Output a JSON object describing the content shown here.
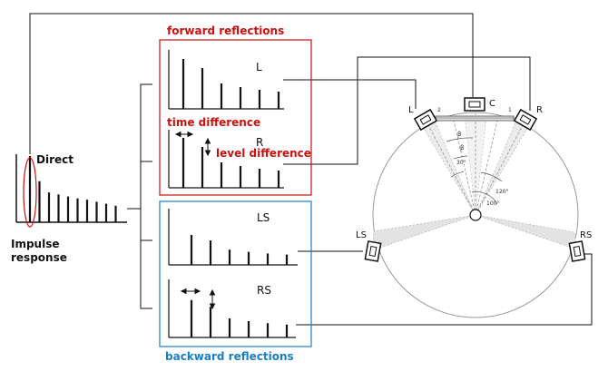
{
  "colors": {
    "forward": "#cc1111",
    "backward": "#1a7fc4",
    "line": "#111111",
    "circle": "#999999",
    "fill_speaker_zone": "#dcdcdc"
  },
  "labels": {
    "direct": "Direct",
    "impulse_line1": "Impulse",
    "impulse_line2": "response",
    "forward_reflections": "forward reflections",
    "backward_reflections": "backward reflections",
    "time_difference": "time difference",
    "level_difference": "level difference",
    "plot_L": "L",
    "plot_R": "R",
    "plot_LS": "LS",
    "plot_RS": "RS"
  },
  "speakers": {
    "L": "L",
    "C": "C",
    "R": "R",
    "LS": "LS",
    "RS": "RS",
    "num_2": "2",
    "num_1": "1"
  },
  "angles": {
    "beta_1": "β",
    "beta_2": "β",
    "deg_30": "30°",
    "deg_120": "120°",
    "deg_100": "100°"
  },
  "impulse": {
    "description": "direct sound followed by decaying reflections",
    "relative_levels": [
      1.0,
      0.62,
      0.45,
      0.42,
      0.39,
      0.36,
      0.34,
      0.31,
      0.28,
      0.25
    ]
  },
  "plots": {
    "L": [
      0.55,
      0.45,
      0.28,
      0.24,
      0.21,
      0.19
    ],
    "R": [
      0.55,
      0.45,
      0.28,
      0.24,
      0.21,
      0.19
    ],
    "LS": [
      0.55,
      0.45,
      0.28,
      0.24,
      0.21,
      0.19
    ],
    "RS": [
      0.55,
      0.45,
      0.28,
      0.24,
      0.21,
      0.19
    ]
  }
}
